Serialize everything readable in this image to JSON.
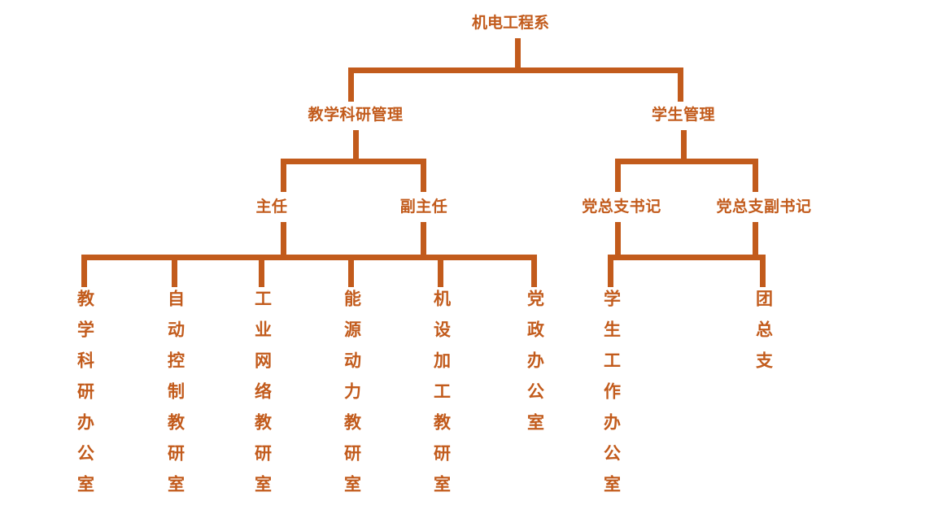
{
  "colors": {
    "line": "#c25b1c",
    "text": "#c25b1c",
    "background": "#ffffff"
  },
  "chart_data": {
    "type": "diagram",
    "subtype": "organization-tree",
    "title": "机电工程系",
    "orientation": "top-down",
    "levels": 4
  },
  "root": {
    "label": "机电工程系"
  },
  "level2": {
    "teaching": {
      "label": "教学科研管理"
    },
    "student": {
      "label": "学生管理"
    }
  },
  "level3": {
    "director": {
      "label": "主任"
    },
    "deputy_director": {
      "label": "副主任"
    },
    "party_secretary": {
      "label": "党总支书记"
    },
    "party_deputy_secretary": {
      "label": "党总支副书记"
    }
  },
  "leaves": {
    "teaching_research_office": {
      "label": "教学科研办公室"
    },
    "automation_control": {
      "label": "自动控制教研室"
    },
    "industrial_network": {
      "label": "工业网络教研室"
    },
    "energy_power": {
      "label": "能源动力教研室"
    },
    "machine_design": {
      "label": "机设加工教研室"
    },
    "party_admin_office": {
      "label": "党政办公室"
    },
    "student_affairs_office": {
      "label": "学生工作办公室"
    },
    "youth_league_branch": {
      "label": "团总支"
    }
  }
}
